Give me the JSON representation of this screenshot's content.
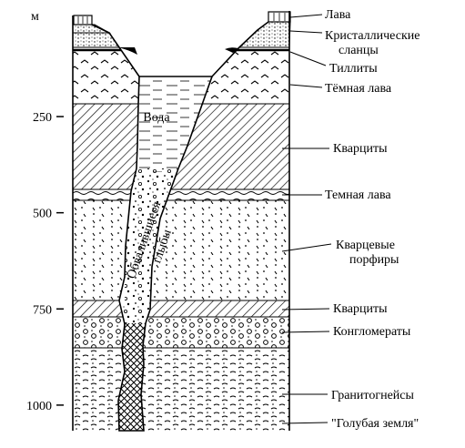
{
  "axis": {
    "unit": "м",
    "ticks": [
      {
        "value": 250,
        "label": "250"
      },
      {
        "value": 500,
        "label": "500"
      },
      {
        "value": 750,
        "label": "750"
      },
      {
        "value": 1000,
        "label": "1000"
      }
    ]
  },
  "inner_labels": {
    "water": "Вода",
    "boulders_line1": "Обвалившиеся",
    "boulders_line2": "глыбы"
  },
  "layers": [
    {
      "id": "lava",
      "label_lines": [
        "Лава"
      ]
    },
    {
      "id": "crystalline-schists",
      "label_lines": [
        "Кристаллические",
        "сланцы"
      ]
    },
    {
      "id": "tillites",
      "label_lines": [
        "Тиллиты"
      ]
    },
    {
      "id": "dark-lava-upper",
      "label_lines": [
        "Тёмная лава"
      ]
    },
    {
      "id": "quartzites-upper",
      "label_lines": [
        "Кварциты"
      ]
    },
    {
      "id": "dark-lava-lower",
      "label_lines": [
        "Темная лава"
      ]
    },
    {
      "id": "quartz-porphyry",
      "label_lines": [
        "Кварцевые",
        "порфиры"
      ]
    },
    {
      "id": "quartzites-lower",
      "label_lines": [
        "Кварциты"
      ]
    },
    {
      "id": "conglomerates",
      "label_lines": [
        "Конгломераты"
      ]
    },
    {
      "id": "granite-gneiss",
      "label_lines": [
        "Гранитогнейсы"
      ]
    },
    {
      "id": "blue-ground",
      "label_lines": [
        "\"Голубая земля\""
      ]
    }
  ]
}
